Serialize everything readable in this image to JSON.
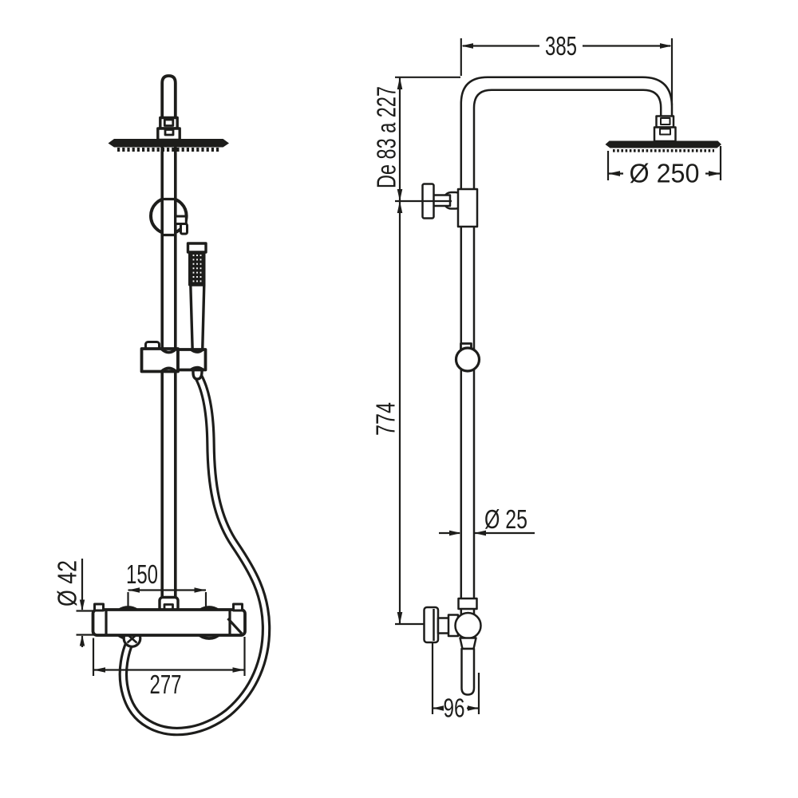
{
  "background": "#ffffff",
  "line_color": "#1d1d1b",
  "dimensions": {
    "front": {
      "bar_diameter": "Ø 42",
      "center_spacing": "150",
      "overall_width": "277"
    },
    "side": {
      "arm_width": "385",
      "adjust_range": "De 83 a 227",
      "head_diameter": "Ø 250",
      "riser_height": "774",
      "pipe_diameter": "Ø 25",
      "wall_distance": "96"
    }
  }
}
